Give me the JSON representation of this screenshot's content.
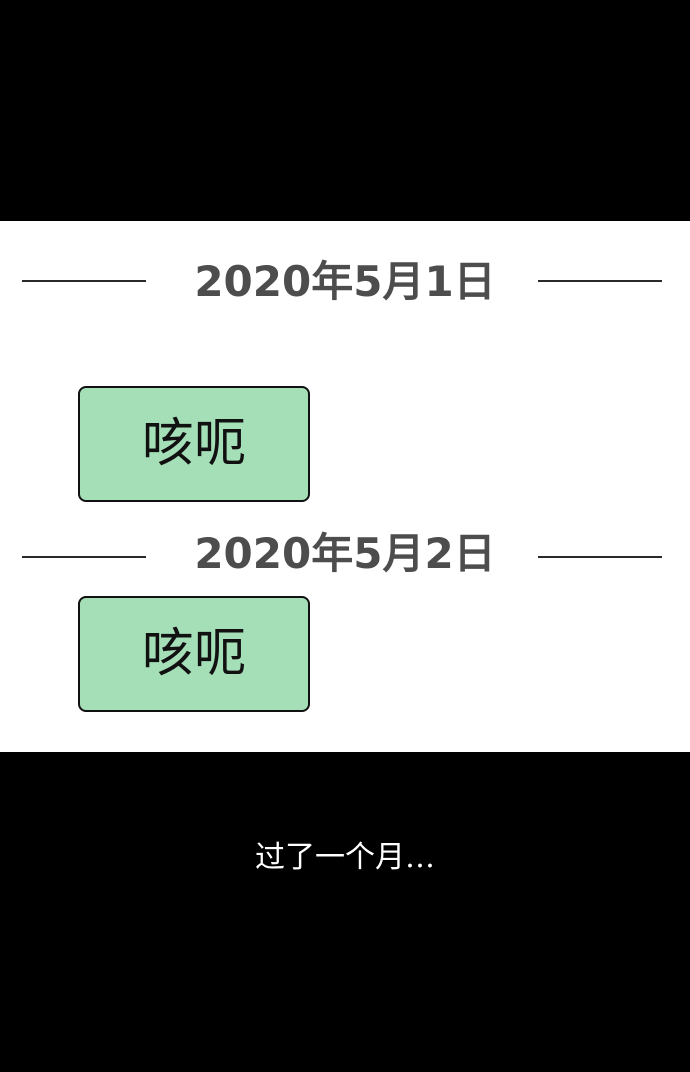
{
  "entries": [
    {
      "date": "2020年5月1日",
      "message": "咳呃"
    },
    {
      "date": "2020年5月2日",
      "message": "咳呃"
    }
  ],
  "caption": "过了一个月…",
  "colors": {
    "background": "#000000",
    "panel": "#ffffff",
    "bubble": "#a5dfb8",
    "date_text": "#4d4d4d",
    "caption_text": "#ffffff"
  }
}
